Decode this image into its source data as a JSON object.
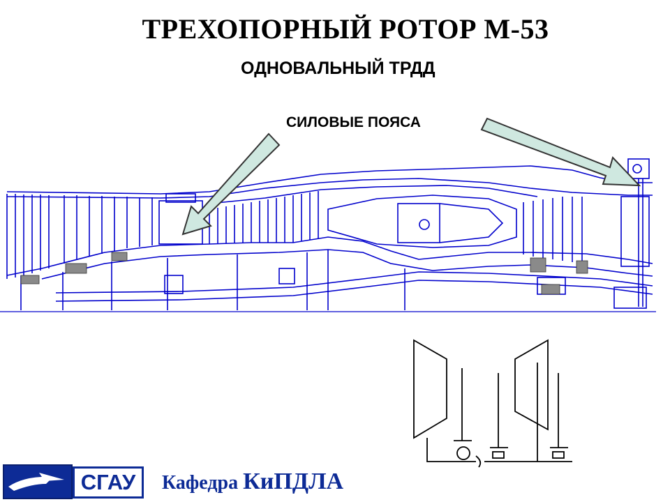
{
  "slide": {
    "title": "ТРЕХОПОРНЫЙ РОТОР М-53",
    "subtitle": "ОДНОВАЛЬНЫЙ ТРДД",
    "callout": "СИЛОВЫЕ ПОЯСА"
  },
  "footer": {
    "logo_text": "СГАУ",
    "dept_prefix": "Кафедра ",
    "dept_name": "КиПДЛА"
  },
  "colors": {
    "drawing": "#0000cc",
    "arrow_fill": "#cfe8e0",
    "arrow_stroke": "#333333",
    "brand": "#0d2b96"
  }
}
